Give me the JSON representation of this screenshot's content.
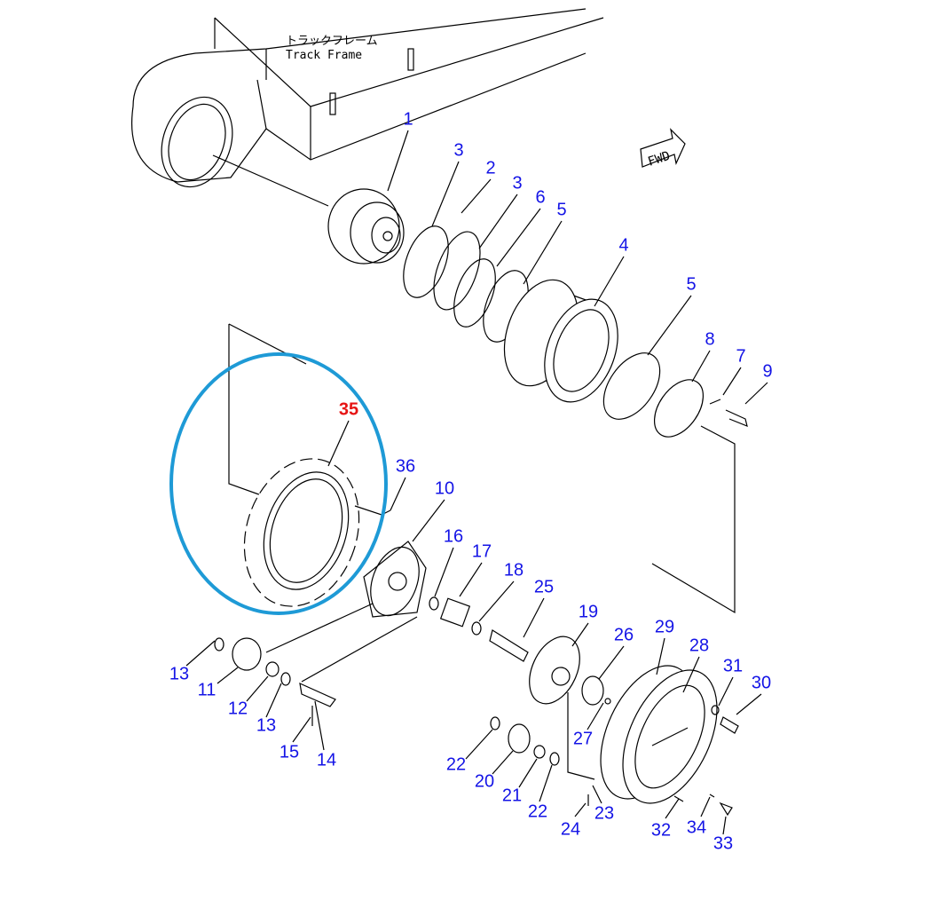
{
  "frame_label": {
    "japanese": "トラックフレーム",
    "english": "Track Frame"
  },
  "fwd_label": "FWD",
  "highlight_color": "#1e9ad6",
  "callouts": [
    {
      "num": "1"
    },
    {
      "num": "3"
    },
    {
      "num": "2"
    },
    {
      "num": "3"
    },
    {
      "num": "6"
    },
    {
      "num": "5"
    },
    {
      "num": "4"
    },
    {
      "num": "5"
    },
    {
      "num": "8"
    },
    {
      "num": "7"
    },
    {
      "num": "9"
    },
    {
      "num": "35",
      "highlighted": true
    },
    {
      "num": "36"
    },
    {
      "num": "10"
    },
    {
      "num": "16"
    },
    {
      "num": "17"
    },
    {
      "num": "18"
    },
    {
      "num": "25"
    },
    {
      "num": "19"
    },
    {
      "num": "26"
    },
    {
      "num": "29"
    },
    {
      "num": "28"
    },
    {
      "num": "31"
    },
    {
      "num": "30"
    },
    {
      "num": "13"
    },
    {
      "num": "11"
    },
    {
      "num": "12"
    },
    {
      "num": "13"
    },
    {
      "num": "15"
    },
    {
      "num": "14"
    },
    {
      "num": "22"
    },
    {
      "num": "20"
    },
    {
      "num": "21"
    },
    {
      "num": "22"
    },
    {
      "num": "27"
    },
    {
      "num": "23"
    },
    {
      "num": "24"
    },
    {
      "num": "32"
    },
    {
      "num": "34"
    },
    {
      "num": "33"
    }
  ]
}
